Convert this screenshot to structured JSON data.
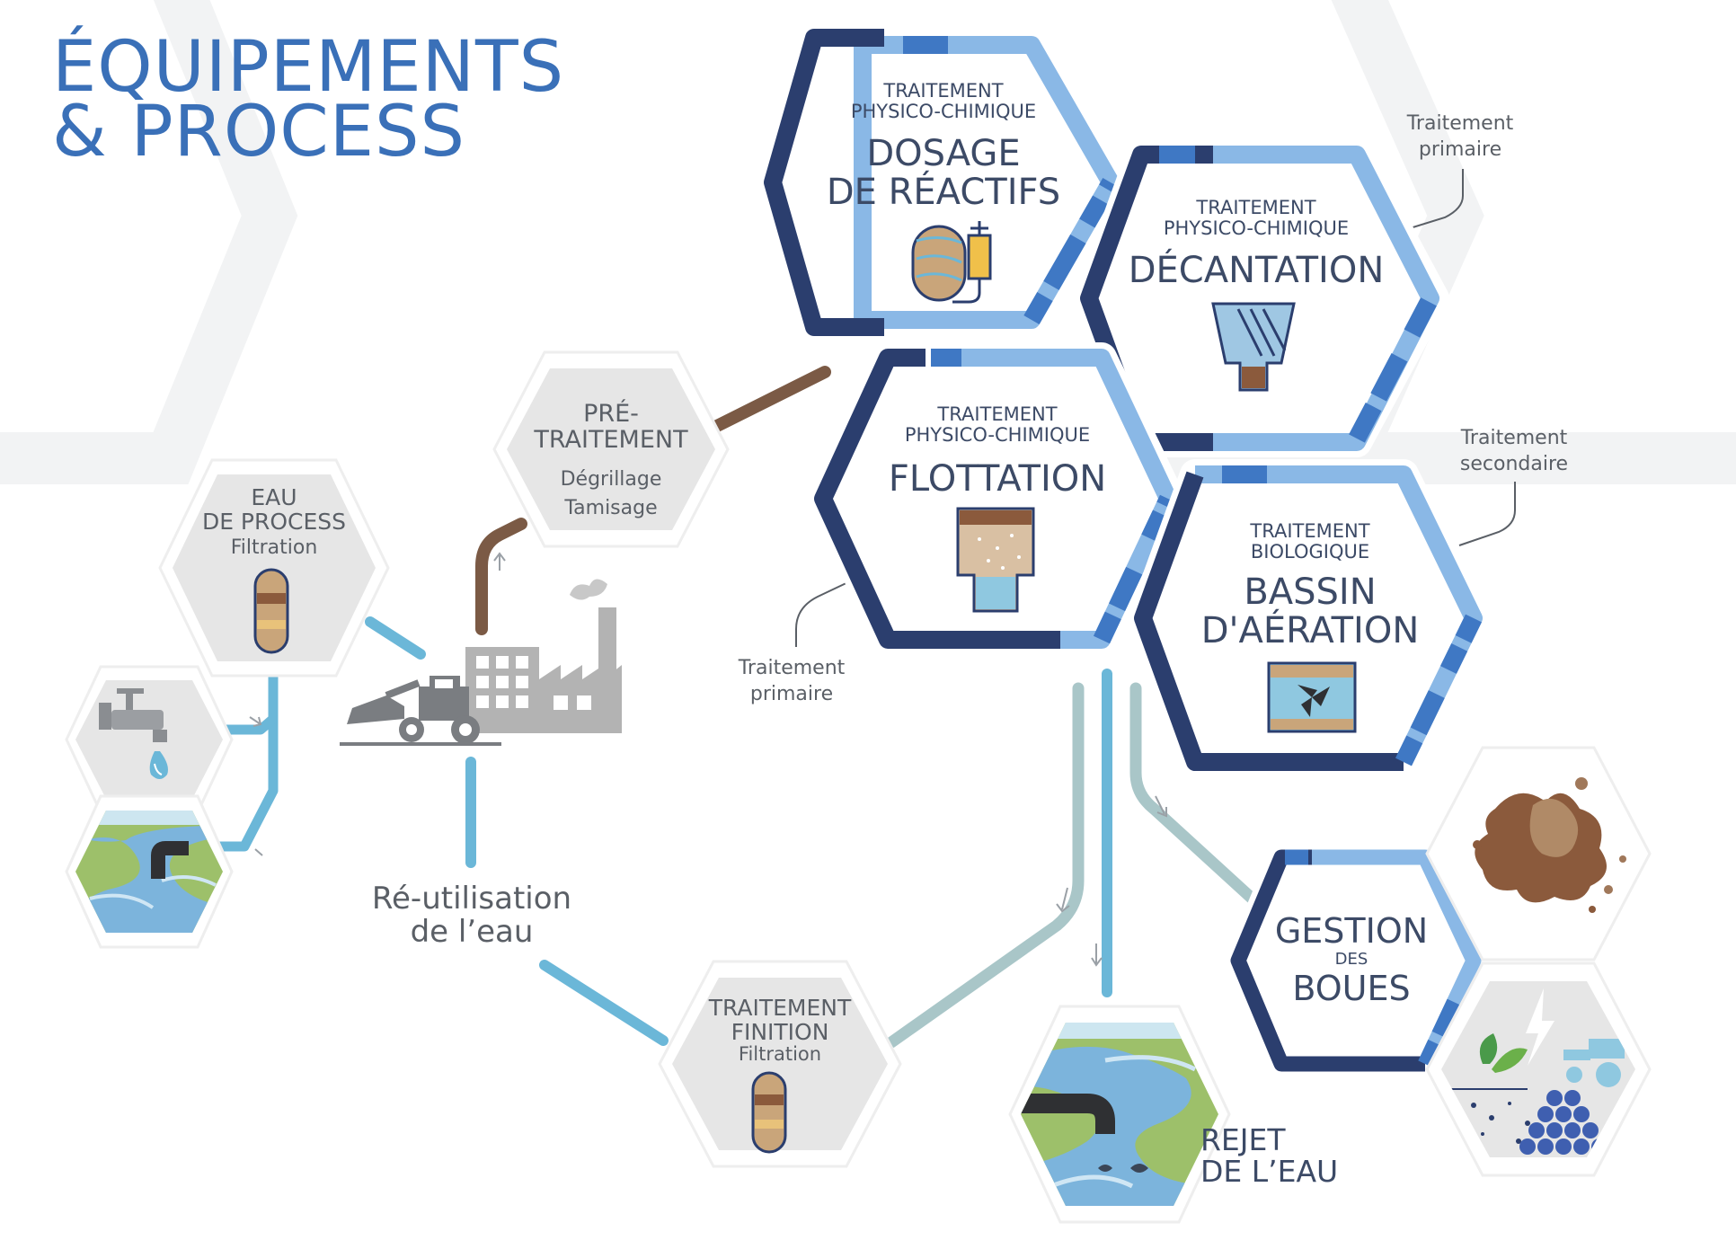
{
  "title": "ÉQUIPEMENTS\n& PROCESS",
  "colors": {
    "title": "#3a70b8",
    "dark_blue": "#2b3e6e",
    "mid_blue": "#3f78c4",
    "light_blue": "#8ab8e6",
    "pipe_blue": "#6bb7d8",
    "pipe_grey": "#a9c6c8",
    "brown": "#7b5a45",
    "grey_hex": "#e6e6e6",
    "text_grey": "#5a5f66",
    "dark_text": "#3c4a66"
  },
  "nodes": {
    "dosage": {
      "category": "TRAITEMENT\nPHYSICO-CHIMIQUE",
      "title": "DOSAGE\nDE RÉACTIFS",
      "icon": "reactor-syringe-icon"
    },
    "decantation": {
      "category": "TRAITEMENT\nPHYSICO-CHIMIQUE",
      "title": "DÉCANTATION",
      "icon": "lamella-settler-icon"
    },
    "flottation": {
      "category": "TRAITEMENT\nPHYSICO-CHIMIQUE",
      "title": "FLOTTATION",
      "icon": "flotation-tank-icon"
    },
    "bassin": {
      "category": "TRAITEMENT\nBIOLOGIQUE",
      "title": "BASSIN\nD'AÉRATION",
      "icon": "aeration-basin-icon"
    },
    "boues": {
      "title_top": "GESTION",
      "title_mid": "DES",
      "title_bottom": "BOUES"
    },
    "pretraitement": {
      "title": "PRÉ-\nTRAITEMENT",
      "subtitle": "Dégrillage\nTamisage"
    },
    "eau_process": {
      "title": "EAU\nDE PROCESS",
      "subtitle": "Filtration",
      "icon": "filter-column-icon"
    },
    "finition": {
      "title": "TRAITEMENT\nFINITION",
      "subtitle": "Filtration",
      "icon": "filter-column-icon"
    }
  },
  "annotations": {
    "primaire_top": "Traitement\nprimaire",
    "secondaire": "Traitement\nsecondaire",
    "primaire_left": "Traitement\nprimaire"
  },
  "labels": {
    "reutilisation": "Ré-utilisation\nde l’eau",
    "rejet": "REJET\nDE L’EAU"
  },
  "icons": [
    "faucet-icon",
    "river-outfall-icon",
    "factory-icon",
    "loader-icon",
    "sludge-icon",
    "agriculture-energy-icon",
    "fish-river-icon"
  ]
}
